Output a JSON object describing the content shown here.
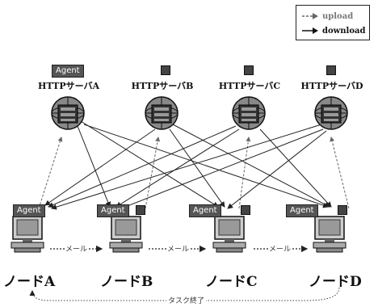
{
  "legend": {
    "upload_label": "upload",
    "download_label": "download"
  },
  "servers": [
    {
      "label": "HTTPサーバA"
    },
    {
      "label": "HTTPサーバB"
    },
    {
      "label": "HTTPサーバC"
    },
    {
      "label": "HTTPサーバD"
    }
  ],
  "server_agent_label": "Agent",
  "nodes": [
    {
      "label": "ノードA",
      "agent": "Agent"
    },
    {
      "label": "ノードB",
      "agent": "Agent"
    },
    {
      "label": "ノードC",
      "agent": "Agent"
    },
    {
      "label": "ノードD",
      "agent": "Agent"
    }
  ],
  "mail_label": "メール",
  "task_end_label": "タスク終了",
  "colors": {
    "dark": "#444444",
    "line": "#222222",
    "upload_line": "#666666"
  }
}
